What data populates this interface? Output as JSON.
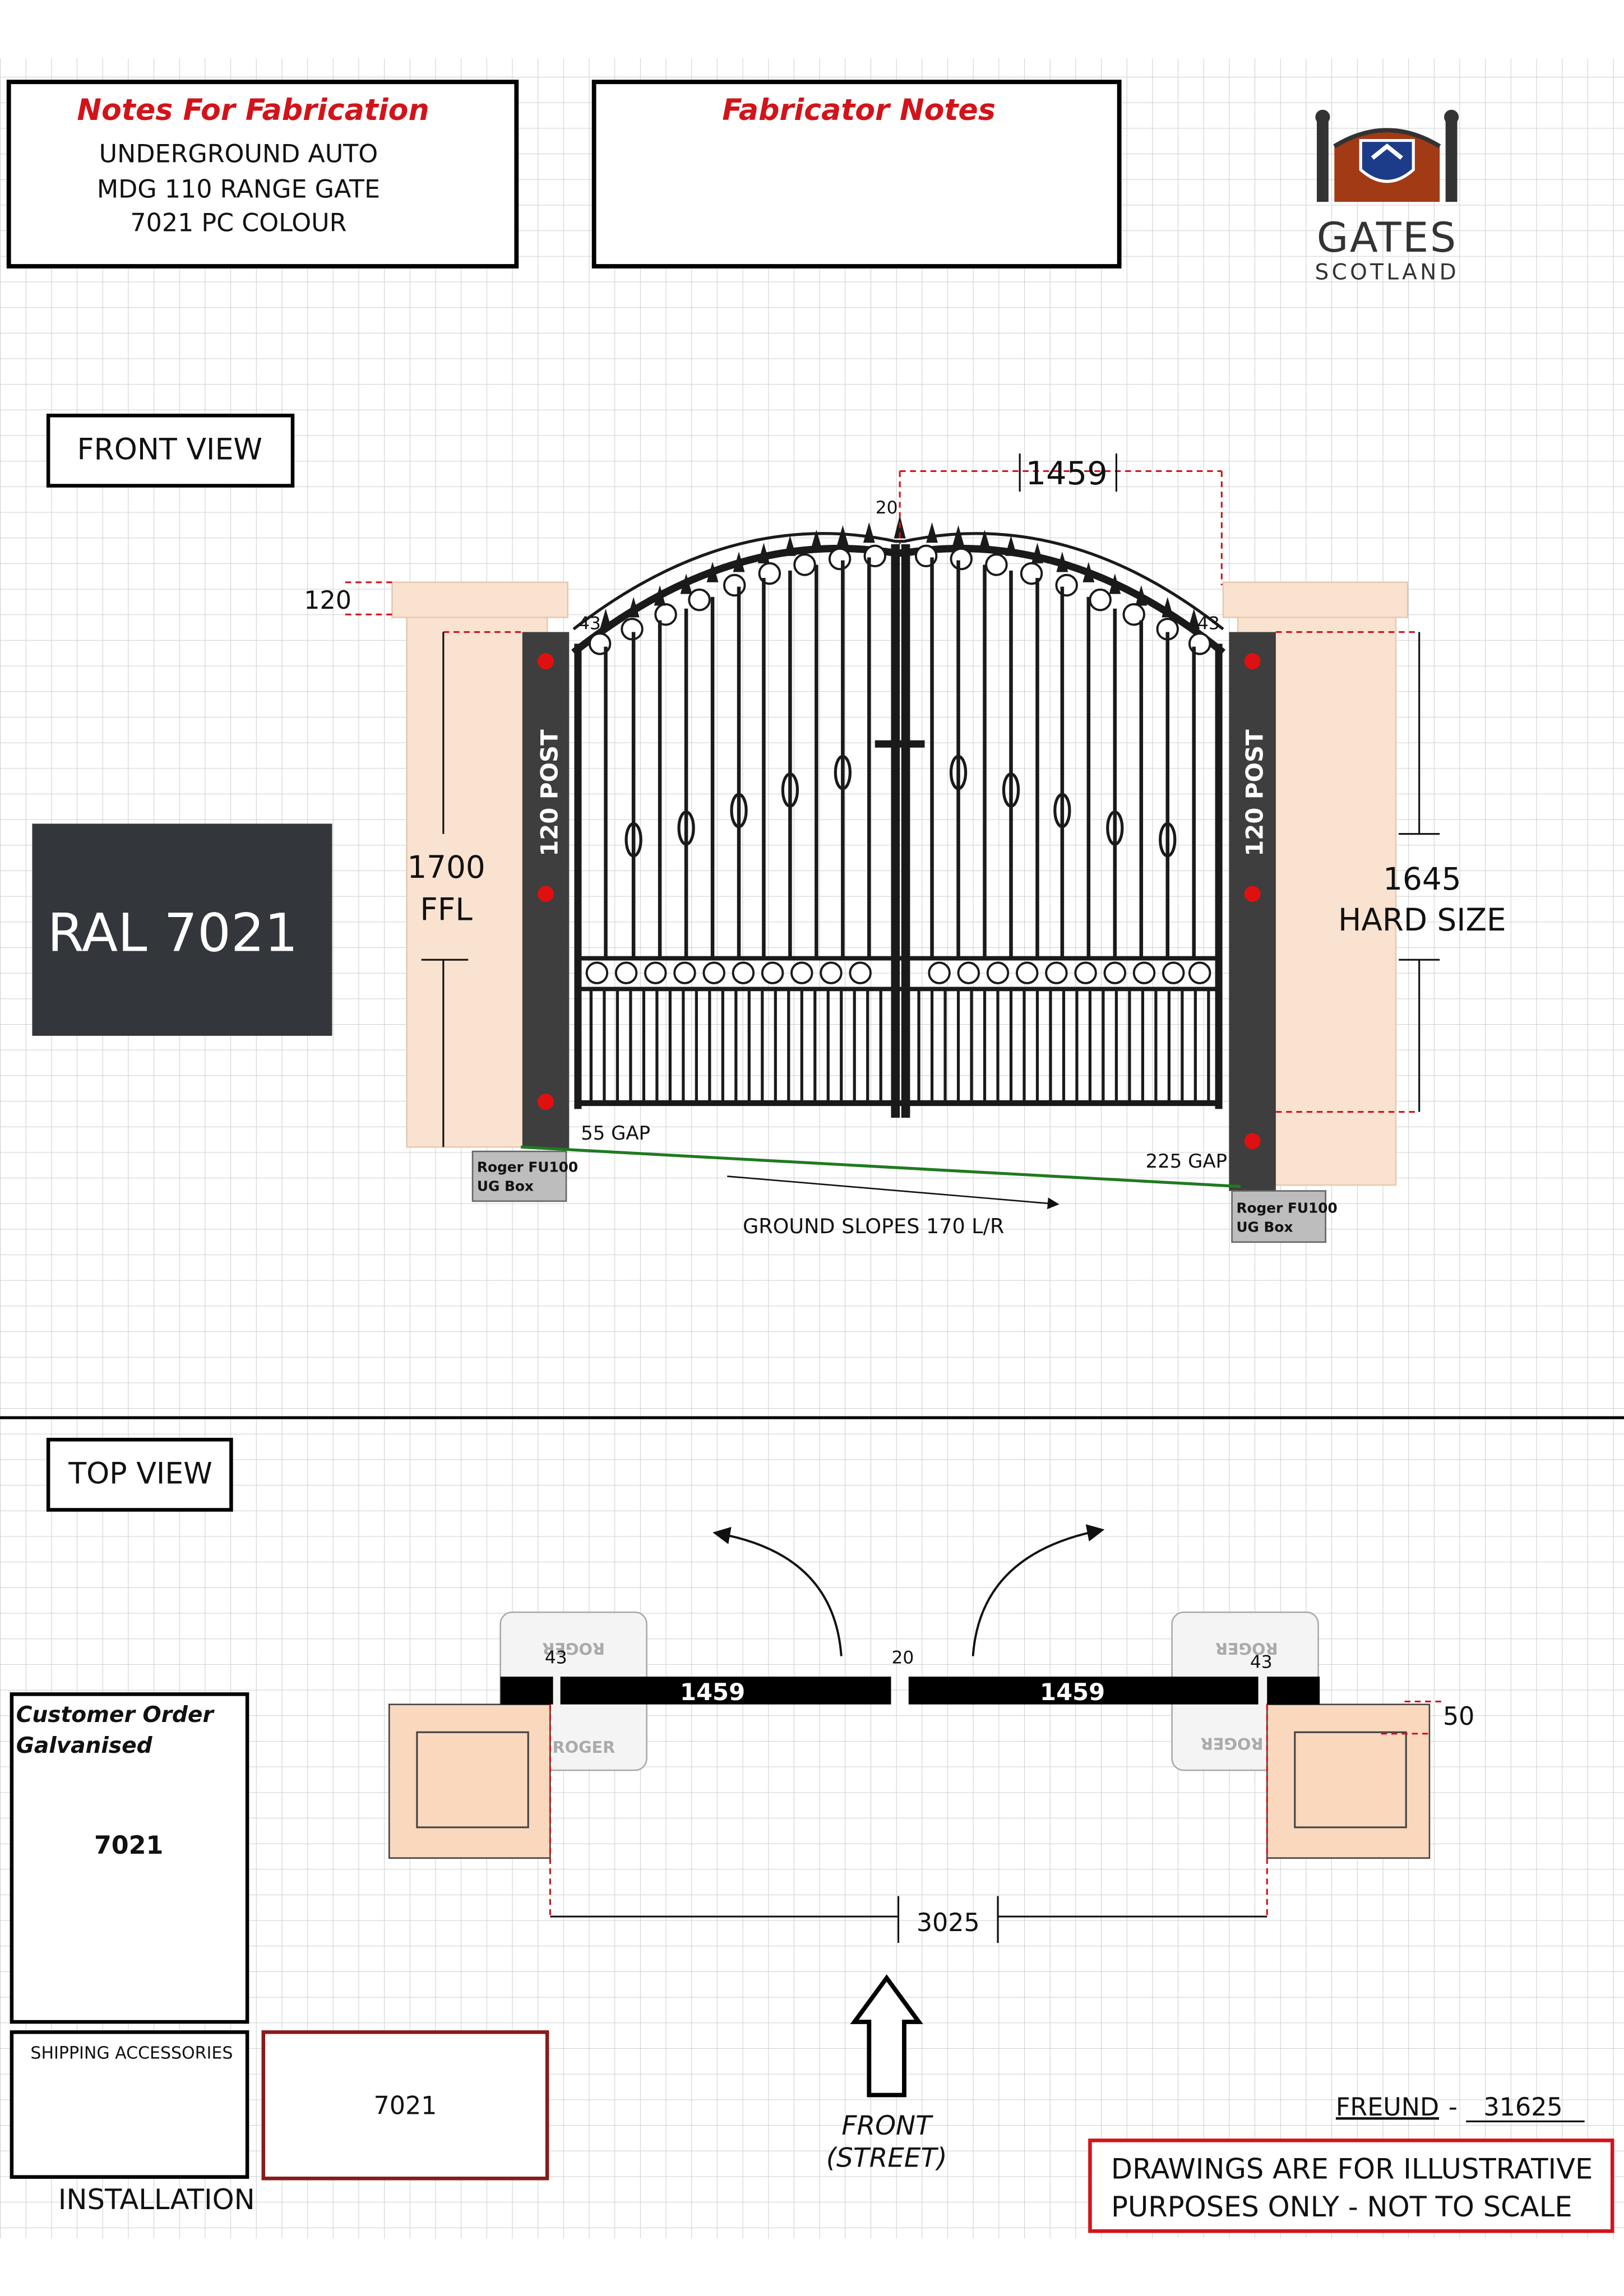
{
  "notes_box": {
    "title": "Notes For Fabrication",
    "lines": [
      "UNDERGROUND AUTO",
      "MDG 110 RANGE GATE",
      "7021 PC COLOUR"
    ]
  },
  "fabricator_box": {
    "title": "Fabricator Notes"
  },
  "logo": {
    "name": "GATES",
    "sub": "SCOTLAND"
  },
  "front_view": {
    "label": "FRONT VIEW",
    "colour_swatch": "RAL 7021",
    "post_label": "120 POST",
    "cap_height": "120",
    "top_gap": "20",
    "leaf_width": "1459",
    "post_gap_left": "43",
    "post_gap_right": "43",
    "height_ffl_value": "1700",
    "height_ffl_unit": "FFL",
    "hard_size_value": "1645",
    "hard_size_label": "HARD SIZE",
    "gap_left": "55 GAP",
    "gap_right": "225 GAP",
    "ug_box_line1": "Roger FU100",
    "ug_box_line2": "UG Box",
    "ground_note": "GROUND SLOPES 170 L/R"
  },
  "top_view": {
    "label": "TOP VIEW",
    "leaf_left": "1459",
    "leaf_right": "1459",
    "centre_gap": "20",
    "post_gap_left": "43",
    "post_gap_right": "43",
    "post_offset": "50",
    "opening_width": "3025",
    "motor_brand": "ROGER",
    "front_line1": "FRONT",
    "front_line2": "(STREET)"
  },
  "customer_box": {
    "line1": "Customer Order",
    "line2": "Galvanised",
    "value": "7021"
  },
  "shipping_box": {
    "label": "SHIPPING ACCESSORIES",
    "footer": "INSTALLATION"
  },
  "colour_box": {
    "value": "7021"
  },
  "reference": {
    "name": "FREUND",
    "sep": "-",
    "number": "31625"
  },
  "disclaimer": {
    "line1": "DRAWINGS ARE FOR ILLUSTRATIVE",
    "line2": "PURPOSES ONLY - NOT TO SCALE"
  },
  "colors": {
    "accent_red": "#d2141a",
    "gate_black": "#1a1a1a",
    "post_grey": "#3e3e3e",
    "swatch": "#33363b",
    "pillar": "#f9e3d0",
    "ground_line": "#1f7a1f"
  }
}
